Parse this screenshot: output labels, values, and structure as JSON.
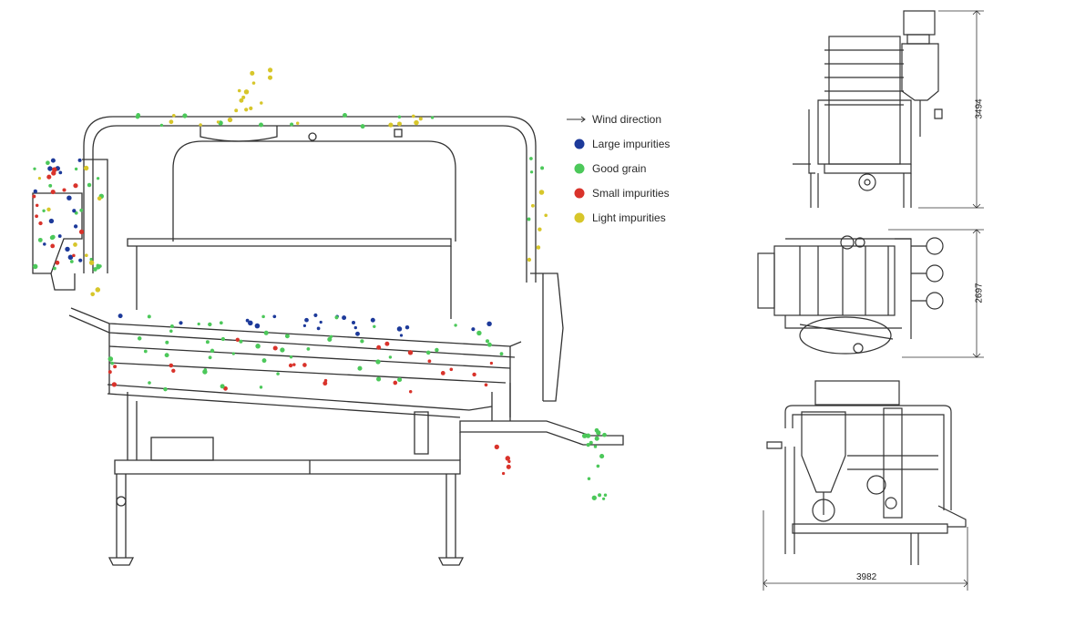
{
  "legend": {
    "items": [
      {
        "label": "Wind direction",
        "kind": "arrow",
        "color": "#333333"
      },
      {
        "label": "Large impurities",
        "kind": "dot",
        "color": "#1d3a9a"
      },
      {
        "label": "Good grain",
        "kind": "dot",
        "color": "#4cc85a"
      },
      {
        "label": "Small impurities",
        "kind": "dot",
        "color": "#d9332b"
      },
      {
        "label": "Light impurities",
        "kind": "dot",
        "color": "#d7c62a"
      }
    ]
  },
  "dimensions": {
    "front_height": "3494",
    "top_depth": "2697",
    "side_width": "3982"
  },
  "colors": {
    "line": "#333333",
    "large": "#1d3a9a",
    "good": "#4cc85a",
    "small": "#d9332b",
    "light": "#d7c62a"
  }
}
